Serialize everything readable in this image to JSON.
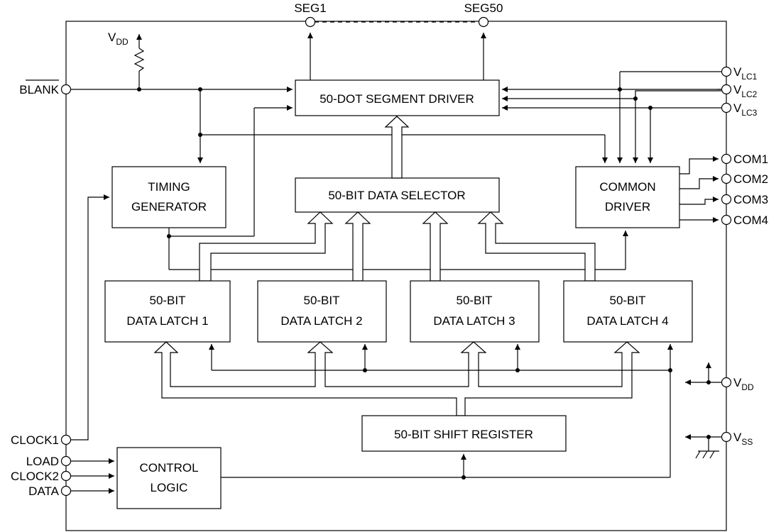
{
  "pins": {
    "seg1": "SEG1",
    "seg50": "SEG50",
    "blank": "BLANK",
    "vdd_top": {
      "main": "V",
      "sub": "DD"
    },
    "vlc1": {
      "main": "V",
      "sub": "LC1"
    },
    "vlc2": {
      "main": "V",
      "sub": "LC2"
    },
    "vlc3": {
      "main": "V",
      "sub": "LC3"
    },
    "com1": "COM1",
    "com2": "COM2",
    "com3": "COM3",
    "com4": "COM4",
    "vdd_right": {
      "main": "V",
      "sub": "DD"
    },
    "vss": {
      "main": "V",
      "sub": "SS"
    },
    "clock1": "CLOCK1",
    "load": "LOAD",
    "clock2": "CLOCK2",
    "data": "DATA"
  },
  "blocks": {
    "segment_driver": "50-DOT SEGMENT DRIVER",
    "timing_generator": [
      "TIMING",
      "GENERATOR"
    ],
    "data_selector": "50-BIT DATA SELECTOR",
    "common_driver": [
      "COMMON",
      "DRIVER"
    ],
    "latch1": [
      "50-BIT",
      "DATA LATCH 1"
    ],
    "latch2": [
      "50-BIT",
      "DATA LATCH 2"
    ],
    "latch3": [
      "50-BIT",
      "DATA LATCH 3"
    ],
    "latch4": [
      "50-BIT",
      "DATA LATCH 4"
    ],
    "shift_register": "50-BIT SHIFT REGISTER",
    "control_logic": [
      "CONTROL",
      "LOGIC"
    ]
  }
}
